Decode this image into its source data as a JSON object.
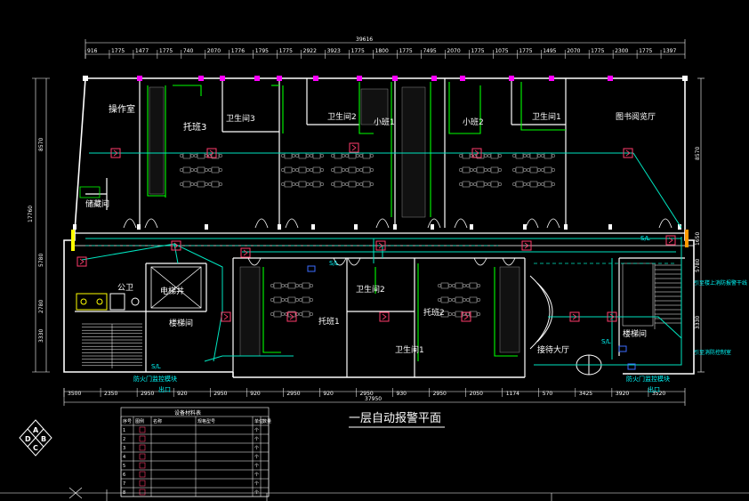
{
  "drawing": {
    "title": "一层自动报警平面",
    "total_dimension_top": "39616",
    "total_dimension_bottom": "37950"
  },
  "logo": {
    "letters": [
      "A",
      "B",
      "C",
      "D"
    ]
  },
  "rooms": {
    "operation": "操作室",
    "nursery3": "托班3",
    "wc3": "卫生间3",
    "wc_a": "卫生间2",
    "small1": "小班1",
    "small2": "小班2",
    "wc_b": "卫生间1",
    "library": "图书阅览厅",
    "storage": "储藏间",
    "public": "公卫",
    "elevator": "电梯井",
    "stair_left": "楼梯间",
    "nursery1": "托班1",
    "wc_c": "卫生间2",
    "wc_d": "卫生间1",
    "nursery2": "托班2",
    "lobby": "接待大厅",
    "stair_right": "楼梯间"
  },
  "annotations": {
    "fire_door_left": "防火门监控模块",
    "fire_door_right": "防火门监控模块",
    "exit_left": "出口",
    "exit_right": "出口",
    "upper_link": "引至楼上消防报警干线",
    "fire_control_link": "引至消防控制室",
    "sl": "S/L"
  },
  "dims_top": [
    "916",
    "1775",
    "1477",
    "1775",
    "740",
    "2070",
    "1776",
    "1795",
    "1775",
    "2922",
    "3923",
    "1775",
    "1800",
    "1775",
    "7495",
    "2070",
    "1775",
    "1075",
    "1775",
    "1495",
    "2070",
    "1775",
    "2300",
    "1775",
    "1397"
  ],
  "dims_bottom": [
    "3500",
    "2350",
    "2950",
    "920",
    "2950",
    "920",
    "2950",
    "920",
    "2950",
    "930",
    "2950",
    "2050",
    "1174",
    "570",
    "3425",
    "3920",
    "3520"
  ],
  "dims_left": [
    "17760",
    "8570",
    "5780",
    "2780",
    "3330"
  ],
  "dims_right": [
    "8570",
    "1650",
    "5780",
    "3330"
  ],
  "legend": {
    "title": "设备材料表",
    "headers": [
      "序号",
      "图例",
      "名称",
      "规格型号",
      "单位",
      "数量"
    ],
    "rows": [
      [
        "1",
        "",
        "",
        "",
        "个",
        ""
      ],
      [
        "2",
        "",
        "",
        "",
        "个",
        ""
      ],
      [
        "3",
        "",
        "",
        "",
        "个",
        ""
      ],
      [
        "4",
        "",
        "",
        "",
        "个",
        ""
      ],
      [
        "5",
        "",
        "",
        "",
        "个",
        ""
      ],
      [
        "6",
        "",
        "",
        "",
        "个",
        ""
      ],
      [
        "7",
        "",
        "",
        "",
        "个",
        ""
      ],
      [
        "8",
        "",
        "",
        "",
        "个",
        ""
      ]
    ]
  },
  "colors": {
    "wall": "#ffffff",
    "cable": "#00e5c0",
    "green": "#00ff00",
    "detector": "#ff3b6b",
    "accent": "#ff00ff",
    "yellow": "#ffff00",
    "blue": "#3c6cff"
  }
}
